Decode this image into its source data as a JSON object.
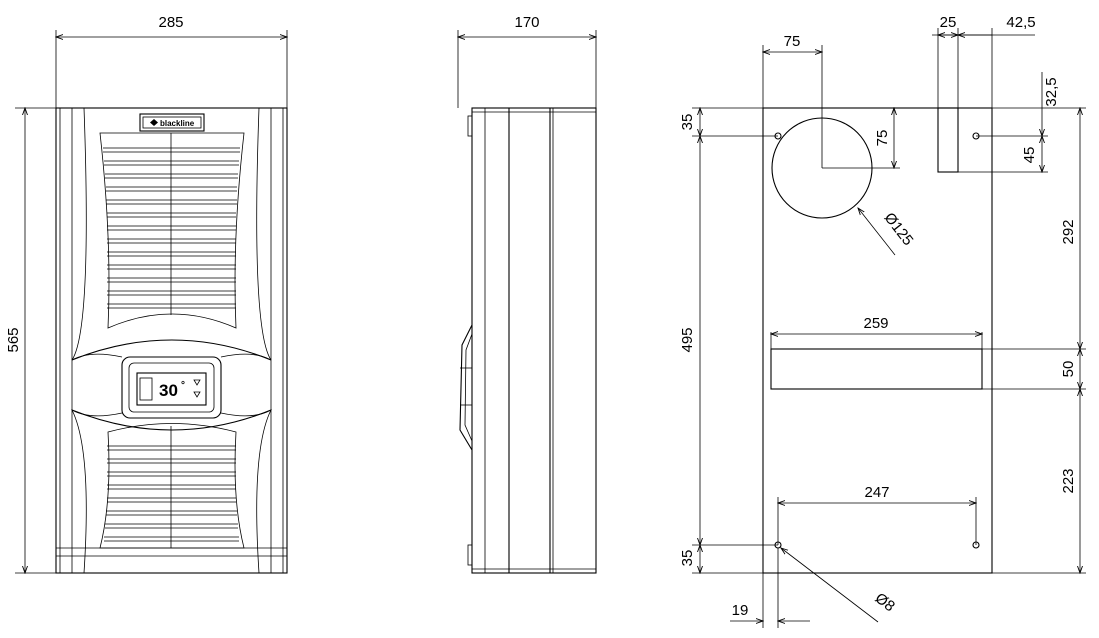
{
  "front_view": {
    "width_label": "285",
    "height_label": "565",
    "logo_text": "blackline",
    "display_value": "30",
    "display_unit": "°"
  },
  "side_view": {
    "depth_label": "170"
  },
  "cutout_view": {
    "top_offset_75": "75",
    "right_slot_width": "25",
    "right_margin": "42,5",
    "right_vertical_32_5": "32,5",
    "circle_vertical_75": "75",
    "left_top_35": "35",
    "slot_height_45": "45",
    "circle_diameter": "Ø125",
    "right_292": "292",
    "left_495": "495",
    "rect_width_259": "259",
    "right_50": "50",
    "right_223": "223",
    "hole_spacing_247": "247",
    "left_bottom_35": "35",
    "bottom_offset_19": "19",
    "hole_diameter": "Ø8"
  }
}
